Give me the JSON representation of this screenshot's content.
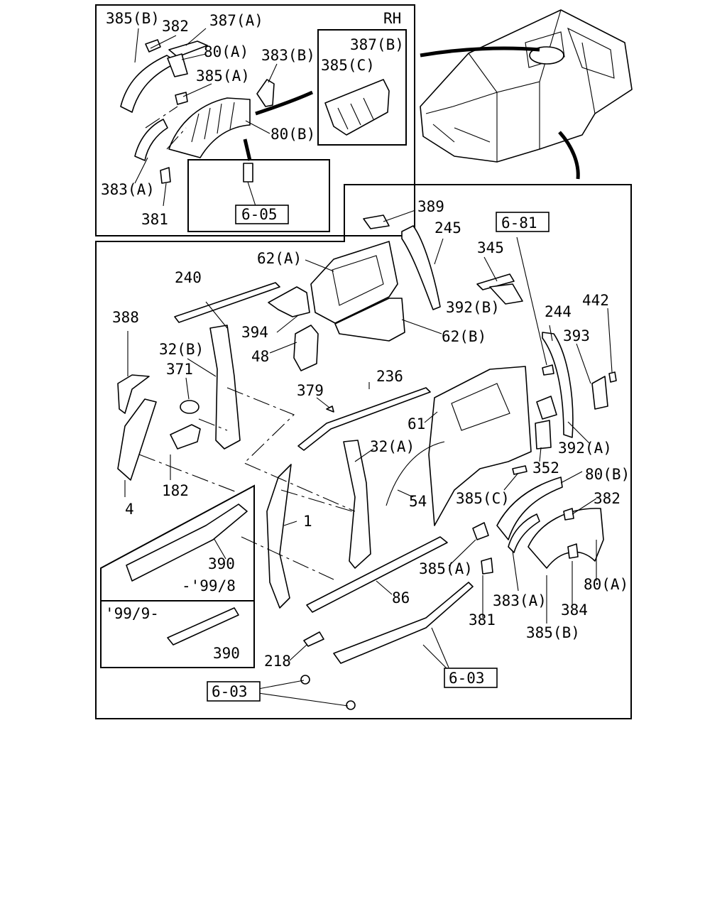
{
  "inset_top": {
    "side_label": "RH",
    "labels": [
      "385(B)",
      "382",
      "387(A)",
      "80(A)",
      "383(B)",
      "385(A)",
      "80(B)",
      "383(A)",
      "381"
    ],
    "sub_inset_labels": [
      "387(B)",
      "385(C)"
    ],
    "ref_box": "6-05"
  },
  "main_panel": {
    "labels": [
      "389",
      "245",
      "6-81",
      "345",
      "62(A)",
      "240",
      "392(B)",
      "244",
      "442",
      "388",
      "394",
      "62(B)",
      "393",
      "32(B)",
      "48",
      "371",
      "236",
      "379",
      "61",
      "392(A)",
      "32(A)",
      "182",
      "352",
      "80(B)",
      "54",
      "385(C)",
      "4",
      "382",
      "1",
      "390",
      "385(A)",
      "86",
      "80(A)",
      "383(A)",
      "384",
      "381",
      "385(B)",
      "218",
      "6-03",
      "6-03"
    ],
    "variant_a": {
      "label": "390",
      "range": "-'99/8"
    },
    "variant_b": {
      "label": "390",
      "range": "'99/9-"
    }
  }
}
